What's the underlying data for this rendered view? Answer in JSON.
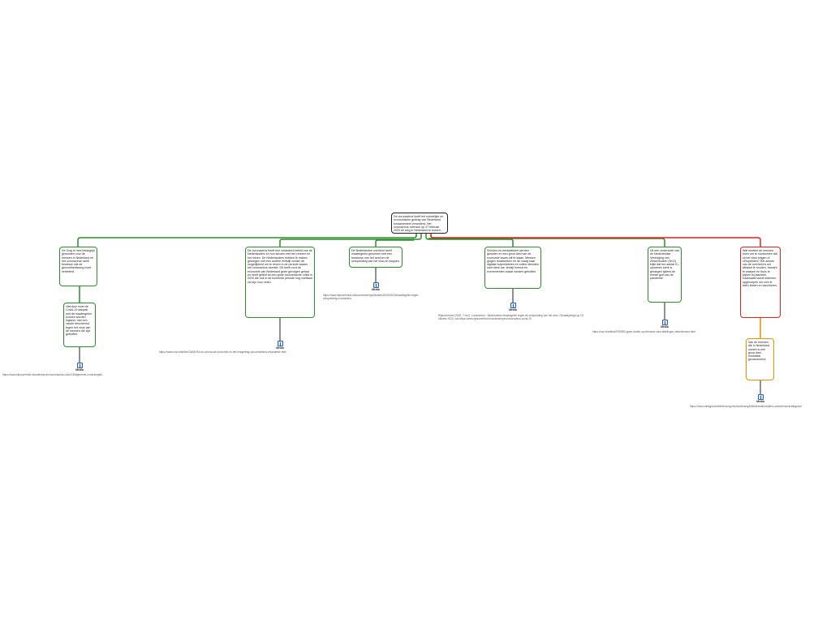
{
  "root": "De coronavirus heeft het ruimtelijke en economische gedrag van Nederland fundamenteel veranderd. Het coronavirus overwon op 27 februari 2020 de weg in Nederland te komen.",
  "media_label": "Media",
  "branches": [
    {
      "text": "De Zorg is heel belangrijk geworden voor de mensen in Nederland en het coronavirus heeft bewezen dat de gezondheidszorg moet verbeterd.",
      "child": "Hierdoor moet de Covid-19 aanpak met de maatregelen kunnen worden ingezet, met een vaccin beschermd tegen het virus van de mensen die zijn getroffen.",
      "url": "https://www.rijksoverheid.nl/onderwerpen/coronavirus-covid-19/algemene-coronaregels"
    },
    {
      "text": "De coronavirus heeft een veranderd beleid van de Nederlanders en hun keuzes met het verkeer en het reizen. De Nederlanders hebben te maken gekregen met een andere leefstijl zonder de mogelijkheid om te reizen in de periode waarin het coronavirus heerste. Dit heeft voor de economie van Nederland grote gevolgen gehad en heeft geleid tot een grote economische crisis in 2020 die ook in de komende periode nog voelbaar zal zijn voor velen.",
      "url": "https://www.nos.nl/artikel/2345678-hoe-corona-de-economie-en-het-reisgedrag-van-nederland-veranderde.html"
    },
    {
      "text": "De Nederlandse overheid heeft maatregelen genomen met een lockdown van het land om de verspreiding van het virus te stoppen.",
      "url": "https://www.rijksoverheid.nl/documenten/publicaties/2020/03/23/maatregelen-tegen-verspreiding-coronavirus"
    },
    {
      "text": "Scholen en werkplekken werden gesloten en een groot deel van de economie kwam stil te staan. Mensen gingen thuiswerken en de vraag naar digitale hulpmiddelen en online diensten nam sterk toe, terwijl horeca en evenementen zwaar werden getroffen.",
      "url": "Rijksoverheid (2020, 7 mei). Coronavirus - Nederlandse Maatregelen tegen de verspreiding van het virus. Geraadpleegd op 15 oktober 2020, van https://www.rijksoverheid.nl/onderwerpen/coronavirus-covid-19"
    },
    {
      "text": "Uit een onderzoek van de Nederlandse Vereniging van Ziekenhuizen (NVZ) blijkt dat het aantal IC-opnames sterk is gestegen tijdens de eerste golf van de pandemie.",
      "url": "https://nos.nl/artikel/2330983-grote-drukte-op-intensive-care-afdelingen-ziekenhuizen.html"
    },
    {
      "text": "Wat moeten de mensen doen om te voorkomen dat zij het virus krijgen of verspreiden? Het advies van de overheid is om afstand te houden, handen te wassen en thuis te blijven bij klachten. Daarnaast wordt iedereen opgeroepen om zich te laten testen en vaccineren.",
      "child": "Van de mensen die in Nederland wonen is een groot deel inmiddels gevaccineerd.",
      "url": "https://www.volksgezondheidenzorg.info/onderwerp/infectieziekten/cijfers-context/vaccinatiegraad"
    }
  ]
}
